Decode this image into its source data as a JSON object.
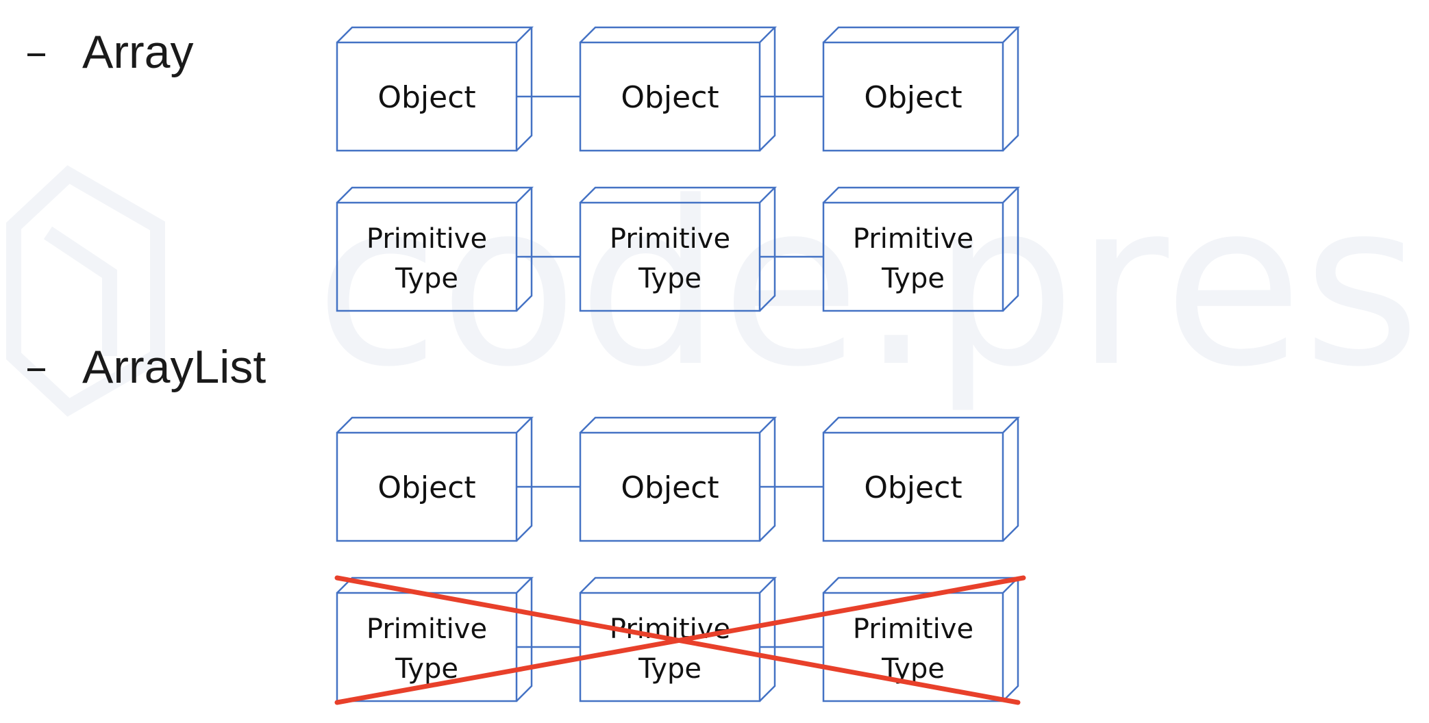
{
  "watermark": {
    "text": "code.pres"
  },
  "colors": {
    "box_stroke": "#4472C4",
    "cross_stroke": "#E8402A",
    "text": "#111111"
  },
  "sections": [
    {
      "title": "Array",
      "rows": [
        {
          "kind": "object",
          "labels": [
            "Object",
            "Object",
            "Object"
          ],
          "crossed": false
        },
        {
          "kind": "primitive",
          "labels": [
            [
              "Primitive",
              "Type"
            ],
            [
              "Primitive",
              "Type"
            ],
            [
              "Primitive",
              "Type"
            ]
          ],
          "crossed": false
        }
      ]
    },
    {
      "title": "ArrayList",
      "rows": [
        {
          "kind": "object",
          "labels": [
            "Object",
            "Object",
            "Object"
          ],
          "crossed": false
        },
        {
          "kind": "primitive",
          "labels": [
            [
              "Primitive",
              "Type"
            ],
            [
              "Primitive",
              "Type"
            ],
            [
              "Primitive",
              "Type"
            ]
          ],
          "crossed": true
        }
      ]
    }
  ]
}
